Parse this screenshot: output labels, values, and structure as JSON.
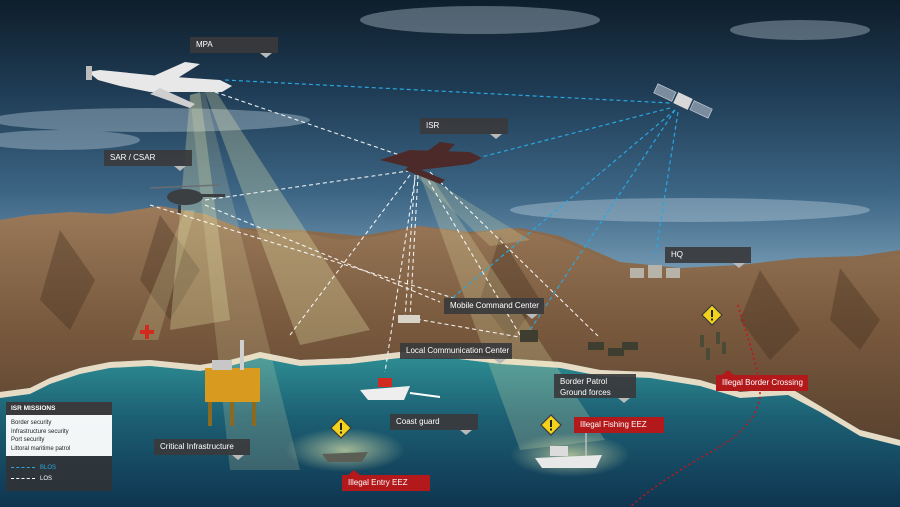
{
  "labels": {
    "mpa": "MPA",
    "isr": "ISR",
    "sar": "SAR / CSAR",
    "hq": "HQ",
    "mobile_command": "Mobile Command Center",
    "local_comm": "Local Communication Center",
    "border_patrol": [
      "Border Patrol",
      "Ground forces"
    ],
    "coast_guard": "Coast guard",
    "critical_infrastructure": "Critical Infrastructure",
    "illegal_border": "Illegal Border Crossing",
    "illegal_fishing": "Illegal Fishing EEZ",
    "illegal_entry": "Illegal Entry EEZ"
  },
  "legend": {
    "title": "ISR MISSIONS",
    "missions": [
      "Border security",
      "Infrastructure security",
      "Port security",
      "Littoral maritime patrol"
    ],
    "keys": [
      {
        "label": "BLOS",
        "color": "#2aa6e0"
      },
      {
        "label": "LOS",
        "color": "#ffffff"
      }
    ]
  },
  "colors": {
    "blos_link": "#2aa6e0",
    "los_link": "#ffffff",
    "alert_red": "#b3191b",
    "warning_yellow": "#f2d21b",
    "label_dark": "#3a3a3c"
  },
  "icons": [
    "warning-icon",
    "red-cross-icon",
    "satellite-icon",
    "aircraft-icon",
    "helicopter-icon",
    "ship-icon",
    "oil-platform-icon",
    "vehicle-icon"
  ]
}
